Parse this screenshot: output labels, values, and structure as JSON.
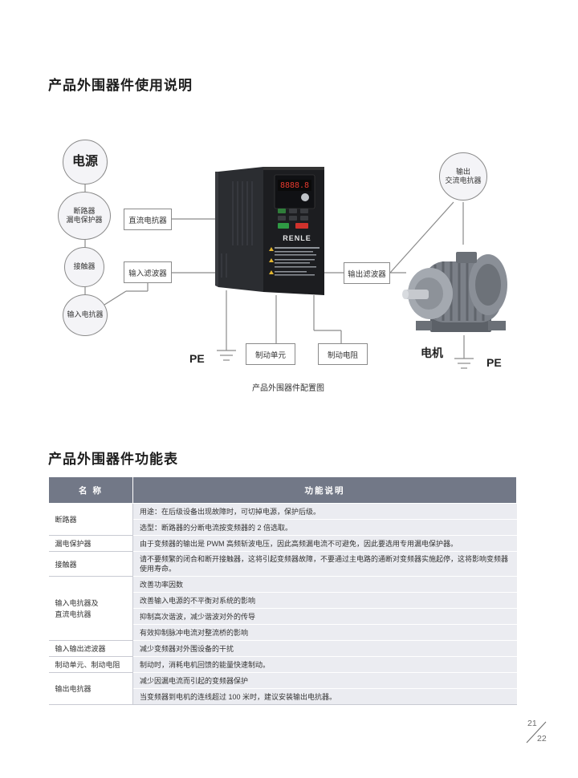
{
  "page": {
    "section1_title": "产品外围器件使用说明",
    "section2_title": "产品外围器件功能表",
    "page_left": "21",
    "page_right": "22"
  },
  "diagram": {
    "power": "电源",
    "breaker": "断路器\n漏电保护器",
    "contactor": "接触器",
    "input_reactor": "输入电抗器",
    "dc_reactor": "直流电抗器",
    "input_filter": "输入滤波器",
    "output_filter": "输出滤波器",
    "output_reactor": "输出\n交流电抗器",
    "brake_unit": "制动单元",
    "brake_resistor": "制动电阻",
    "pe_left": "PE",
    "pe_right": "PE",
    "motor": "电机",
    "caption": "产品外围器件配置图",
    "vfd_brand": "RENLE",
    "vfd_display": "8888.8"
  },
  "table": {
    "header_name": "名 称",
    "header_desc": "功能说明",
    "rows": [
      {
        "name": "断路器",
        "descs": [
          "用途：在后级设备出现故障时，可切掉电源，保护后级。",
          "选型：断路器的分断电流按变频器的 2 倍选取。"
        ]
      },
      {
        "name": "漏电保护器",
        "descs": [
          "由于变频器的输出是 PWM 高频斩波电压，因此高频漏电流不可避免，因此要选用专用漏电保护器。"
        ]
      },
      {
        "name": "接触器",
        "descs": [
          "请不要频繁的闭合和断开接触器，这将引起变频器故障，不要通过主电路的通断对变频器实施起停，这将影响变频器使用寿命。"
        ]
      },
      {
        "name": "输入电抗器及\n直流电抗器",
        "descs": [
          "改善功率因数",
          "改善输入电源的不平衡对系统的影响",
          "抑制高次谐波，减少谐波对外的传导",
          "有效抑制脉冲电流对整流桥的影响"
        ]
      },
      {
        "name": "输入输出滤波器",
        "descs": [
          "减少变频器对外围设备的干扰"
        ]
      },
      {
        "name": "制动单元、制动电阻",
        "descs": [
          "制动时，消耗电机回馈的能量快速制动。"
        ]
      },
      {
        "name": "输出电抗器",
        "descs": [
          "减少因漏电流而引起的变频器保护",
          "当变频器到电机的连线超过 100 米时，建议安装输出电抗器。"
        ]
      }
    ]
  }
}
